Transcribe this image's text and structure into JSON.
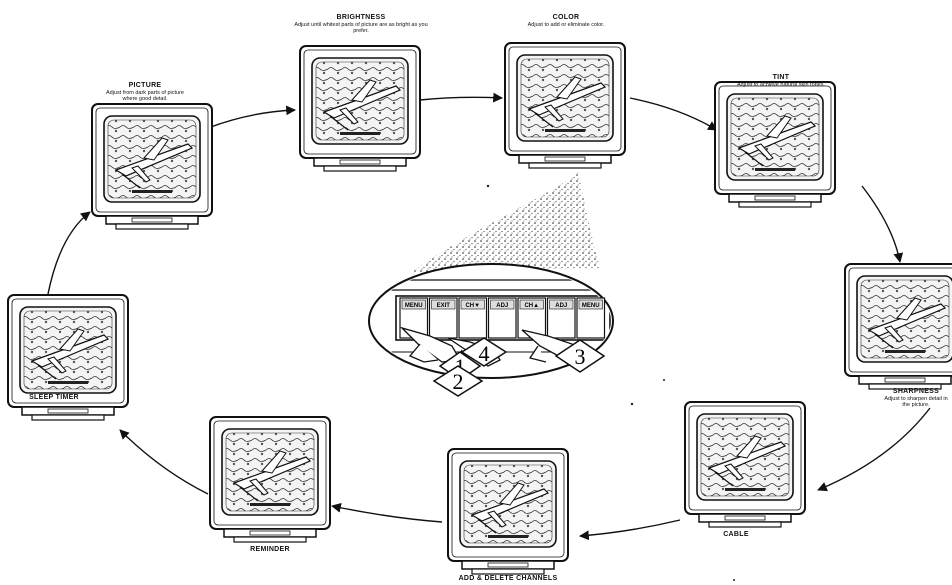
{
  "screens": {
    "picture": {
      "title": "PICTURE",
      "desc": "Adjust from dark parts of picture where good detail."
    },
    "brightness": {
      "title": "BRIGHTNESS",
      "desc": "Adjust until whitest parts of picture are as bright as you prefer."
    },
    "color": {
      "title": "COLOR",
      "desc": "Adjust to add or eliminate color."
    },
    "tint": {
      "title": "TINT",
      "desc": "Adjust to achieve natural skin tones."
    },
    "sharpness": {
      "title": "SHARPNESS",
      "desc": "Adjust to sharpen detail in the picture."
    },
    "cable": {
      "title": "CABLE",
      "desc": ""
    },
    "add_delete": {
      "title": "ADD & DELETE CHANNELS",
      "desc": ""
    },
    "reminder": {
      "title": "REMINDER",
      "desc": ""
    },
    "sleep": {
      "title": "SLEEP TIMER",
      "desc": ""
    }
  },
  "remote": {
    "buttons": [
      "MENU",
      "EXIT",
      "CH▼",
      "ADJ",
      "CH▲",
      "ADJ",
      "MENU"
    ],
    "callouts": [
      "1",
      "4",
      "3",
      "2"
    ]
  }
}
